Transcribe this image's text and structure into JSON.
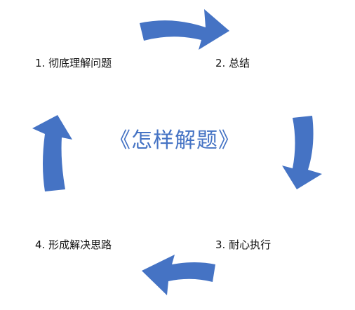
{
  "diagram": {
    "title": "《怎样解题》",
    "steps": [
      {
        "label": "1. 彻底理解问题"
      },
      {
        "label": "2. 总结"
      },
      {
        "label": "3. 耐心执行"
      },
      {
        "label": "4. 形成解决思路"
      }
    ],
    "colors": {
      "arrow": "#4573C4",
      "title": "#4573C4",
      "text": "#111111",
      "background": "#ffffff"
    }
  }
}
